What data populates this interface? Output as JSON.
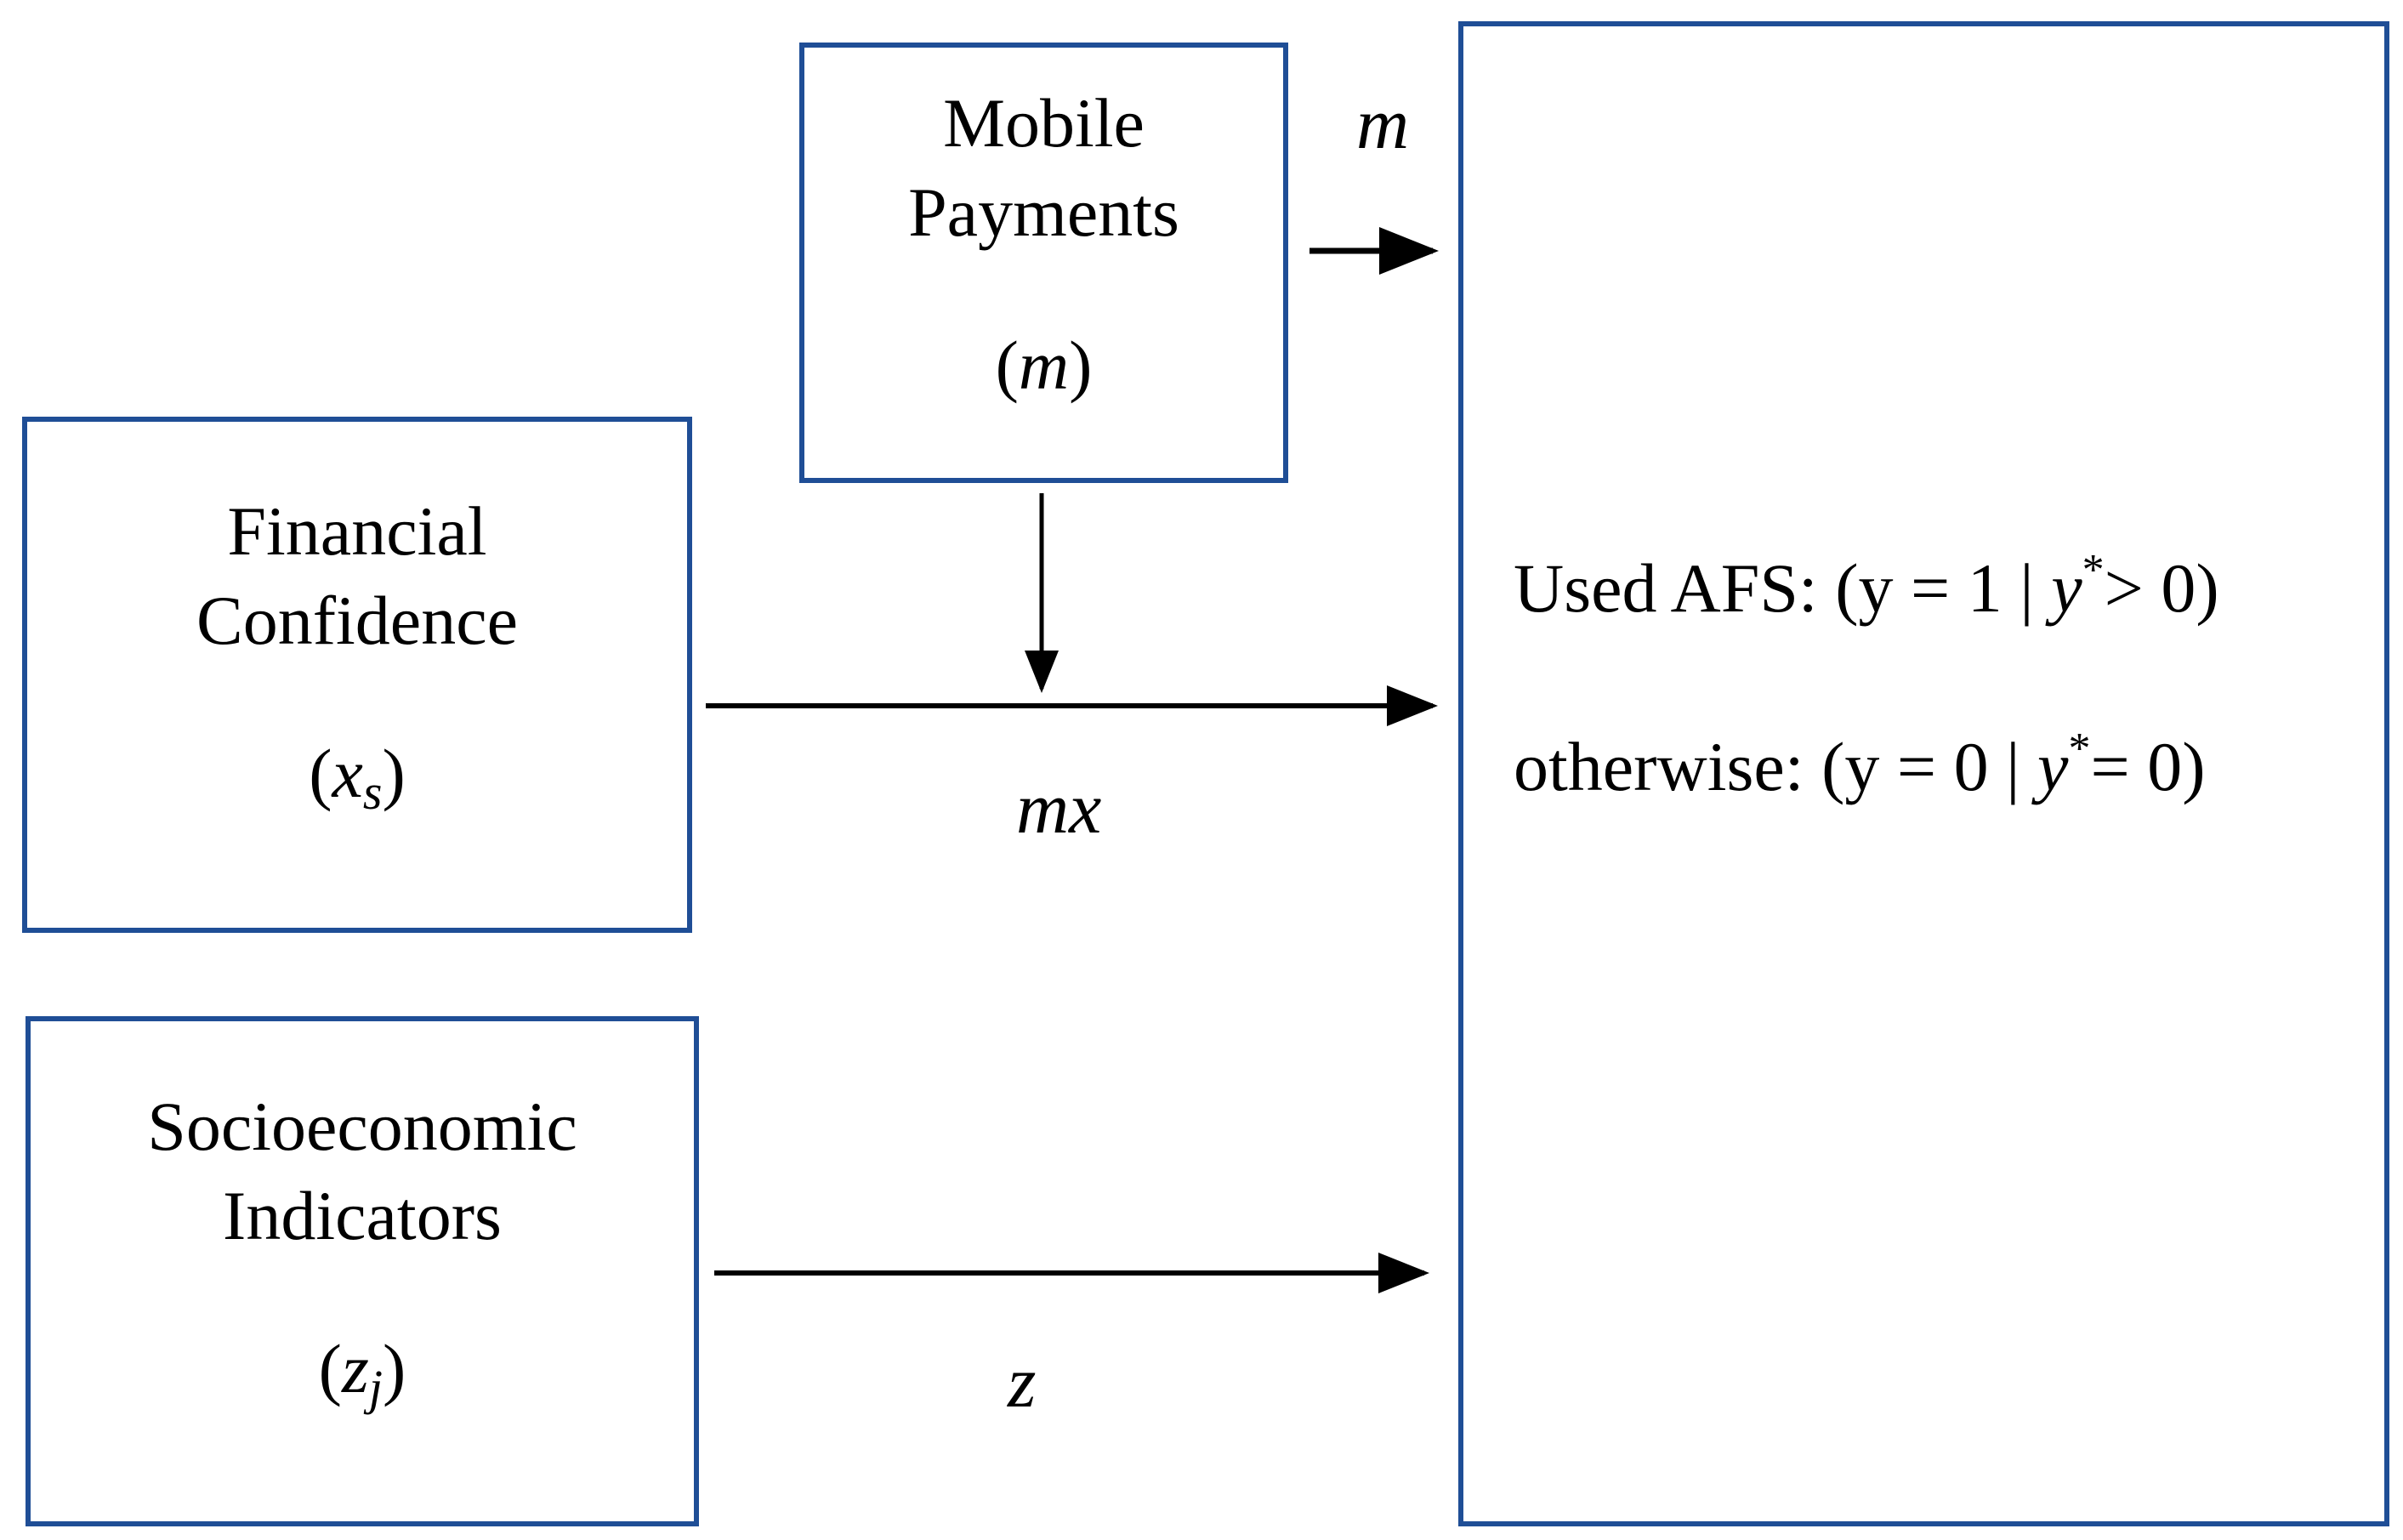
{
  "nodes": {
    "mobile": {
      "line1": "Mobile",
      "line2": "Payments",
      "symbol_open": "(",
      "symbol": "m",
      "symbol_close": ")"
    },
    "confidence": {
      "line1": "Financial",
      "line2": "Confidence",
      "symbol_open": "(",
      "symbol": "x",
      "symbol_sub": "s",
      "symbol_close": ")"
    },
    "socio": {
      "line1": "Socioeconomic",
      "line2": "Indicators",
      "symbol_open": "(",
      "symbol": "z",
      "symbol_sub": "j",
      "symbol_close": ")"
    },
    "outcome": {
      "used_prefix": "Used AFS: (y = 1 | ",
      "used_var": "y",
      "used_sup": "*",
      "used_suffix": "> 0)",
      "other_prefix": "otherwise: (y = 0 | ",
      "other_var": "y",
      "other_sup": "*",
      "other_suffix": "= 0)"
    }
  },
  "edges": {
    "m_label": "m",
    "mx_label": "mx",
    "z_label": "z"
  },
  "colors": {
    "box_border": "#1f4e96",
    "arrow": "#000000"
  }
}
